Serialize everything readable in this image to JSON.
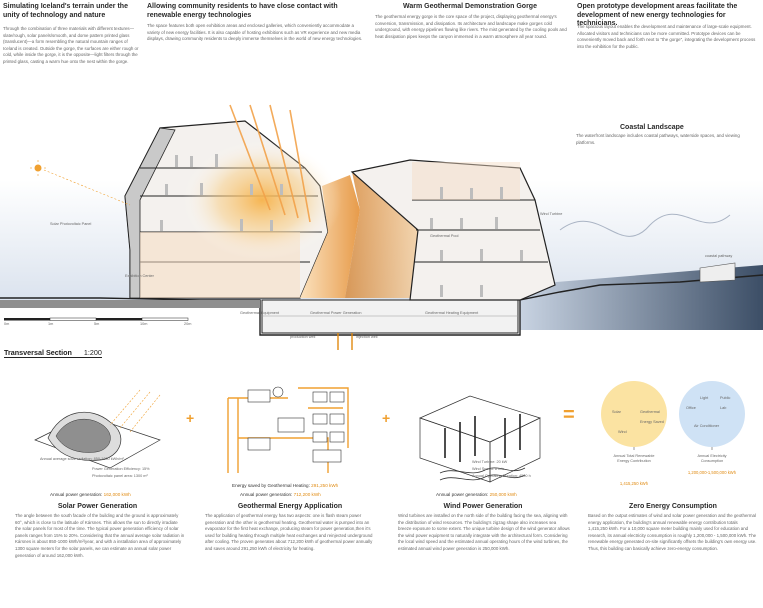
{
  "top": {
    "col1_title": "Simulating Iceland's terrain under the unity of technology and nature",
    "col1_body": "Through the combination of three materials with different textures—slate/rough, solar panels/smooth, and dome pattern printed glass (translucent)—a form resembling the natural mountain ranges of Iceland is created. Outside the gorge, the surfaces are either rough or cold, while inside the gorge, it is the opposite—light filters through the printed glass, casting a warm hue onto the nest within the gorge.",
    "col2_title": "Allowing community residents to have close contact with renewable energy technologies",
    "col2_body": "The space features both open exhibition areas and enclosed galleries, which conveniently accommodate a variety of new energy facilities. It is also capable of hosting exhibitions such as VR experience and new media displays, drawing community residents to deeply immerse themselves in the world of new energy technologies.",
    "col3_title": "Warm Geothermal Demonstration Gorge",
    "col3_body": "The geothermal energy gorge is the core space of the project, displaying geothermal energy's conversion, transmission, and dissipation. Its architecture and landscape make gorges cold underground, with energy pipelines flowing like rivers. The mist generated by the cooling pools and heat dissipation pipes keeps the canyon immersed in a warm atmosphere all year round.",
    "col4_title": "Open prototype development areas facilitate the development of new energy technologies for technicians.",
    "col4_body": "The spacious layout enables the development and maintenance of large-scale equipment. Allocated visitors and technicians can be more committed. Prototype devices can be conveniently moved back and forth next to \"the gorge\", integrating the development process into the exhibition for the public.",
    "coastal_title": "Coastal Landscape",
    "coastal_body": "The waterfront landscape includes coastal pathways, waterside spaces, and viewing platforms."
  },
  "section": {
    "title": "Transversal Section",
    "scale": "1:200",
    "labels": {
      "solar_panel": "Solar Photovoltaic Panel",
      "geothermal_pool": "Geothermal Pool",
      "wind_turbine": "Wind Turbine",
      "coastal_path": "coastal pathway",
      "geo_equipment": "Geothermal Equipment",
      "geo_power": "Geothermal Power Generation",
      "geo_heating": "Geothermal Heating Equipment",
      "production_well": "production well",
      "injection_well": "injection well",
      "exhibition": "Exhibition Center",
      "scale_ticks": [
        "0m",
        "1m",
        "5m",
        "10m",
        "20m"
      ]
    }
  },
  "panels": {
    "solar": {
      "annual_label": "Annual power generation: ",
      "annual_value": "162,000 kWh",
      "legend_1": "Annual average solar radiation: 850-1000 kWh/m²",
      "legend_2": "Power Generation Efficiency: 15%",
      "legend_3": "Photovoltaic panel area: 1300 m²",
      "title": "Solar Power Generation",
      "body": "The angle between the south facade of the building and the ground is approximately 60°, which is close to the latitude of Kársnes. This allows the sun to directly irradiate the solar panels for most of the time. The typical power generation efficiency of solar panels ranges from 15% to 20%. Considering that the annual average solar radiation in Kársnes is about 850-1000 kWh/m²/year, and with a installation area of approximately 1300 square meters for the solar panels, we can estimate an annual solar power generation of around 162,000 kWh."
    },
    "geo": {
      "saved_label": "Energy saved by Geothermal Heating: ",
      "saved_value": "291,250 kWh",
      "annual_label": "Annual power generation: ",
      "annual_value": "712,200 kWh",
      "title": "Geothermal Energy Application",
      "body": "The application of geothermal energy has two aspects: one is flash steam power generation and the other is geothermal heating. Geothermal water is pumped into an evaporator for the first heat exchange, producing steam for power generation,then it's used for building heating through multiple heat exchanges and reinjected underground after cooling. The proven generates about 712,200 kWh of geothermal power annually and saves around 291,250 kWh of electricity for heating."
    },
    "wind": {
      "legend_1": "Wind Turbine: 20 kW",
      "legend_2": "Wind Speed: 6 m/s",
      "legend_3": "Annual Operating Duration: 4500 h",
      "annual_label": "Annual power generation: ",
      "annual_value": "250,000 kWh",
      "title": "Wind Power Generation",
      "body": "Wind turbines are installed on the north side of the building facing the sea, aligning with the distribution of wind resources. The building's zigzag shape also increases sea breeze exposure to some extent. The unique turbine design of the wind generator allows the wind power equipment to naturally integrate with the architectural form. Considering the local wind speed and the estimated annual operating hours of the wind turbines, the estimated annual wind power generation is 250,000 kWh."
    },
    "zero": {
      "left_labels": [
        "Solar",
        "Geothermal",
        "Wind",
        "Energy Saved"
      ],
      "right_labels": [
        "Light",
        "Public",
        "Office",
        "Lab",
        "Air Conditioner"
      ],
      "left_caption": "Annual Total Renewable Energy Contribution",
      "left_value": "1,415,250 kWh",
      "right_caption": "Annual Electricity Consumption",
      "right_value": "1,200,000-1,500,000 kWh",
      "title": "Zero Energy Consumption",
      "body": "Based on the output estimates of wind and solar power generation and the geothermal energy application, the building's annual renewable energy contribution totals 1,415,250 kWh. For a 10,000 square meter building mainly used for education and research, its annual electricity consumption is roughly 1,200,000 - 1,500,000 kWh. The renewable energy generated on-site significantly offsets the building's own energy use. Thus, this building can basically achieve zero-energy consumption."
    },
    "operators": {
      "plus": "+",
      "equals": "="
    }
  },
  "colors": {
    "accent": "#f0a030",
    "orange_text": "#e08a10",
    "section_line": "#222222",
    "dark_bg": "#3e4f63",
    "blue_circle": "#cfe2f5",
    "yellow_circle": "#fbe3a2"
  }
}
